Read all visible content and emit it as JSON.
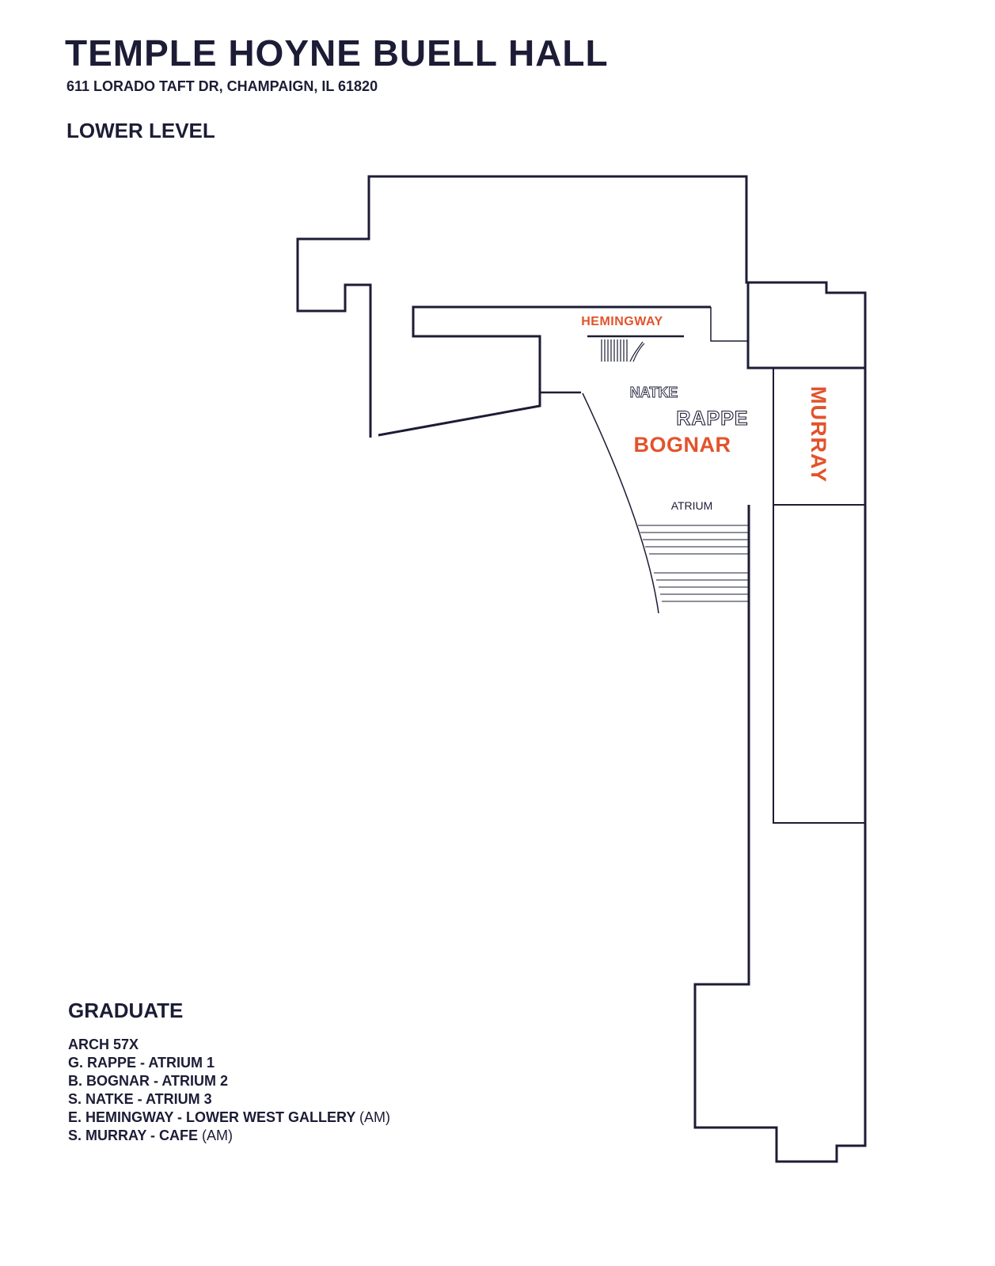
{
  "header": {
    "title": "TEMPLE HOYNE BUELL HALL",
    "address": "611 LORADO TAFT DR, CHAMPAIGN, IL 61820",
    "level": "LOWER LEVEL"
  },
  "map_labels": {
    "hemingway": "HEMINGWAY",
    "natke": "NATKE",
    "rappe": "RAPPE",
    "bognar": "BOGNAR",
    "murray": "MURRAY",
    "atrium": "ATRIUM"
  },
  "legend": {
    "heading": "GRADUATE",
    "items": [
      {
        "text": "ARCH 57X",
        "note": ""
      },
      {
        "text": "G. RAPPE - ATRIUM 1",
        "note": ""
      },
      {
        "text": "B. BOGNAR - ATRIUM 2",
        "note": ""
      },
      {
        "text": "S. NATKE - ATRIUM 3",
        "note": ""
      },
      {
        "text": "E. HEMINGWAY - LOWER WEST GALLERY",
        "note": "(AM)"
      },
      {
        "text": "S. MURRAY - CAFE",
        "note": "(AM)"
      }
    ]
  },
  "colors": {
    "outline": "#1c1c36",
    "accent": "#e2532b",
    "text": "#1c1c36"
  }
}
